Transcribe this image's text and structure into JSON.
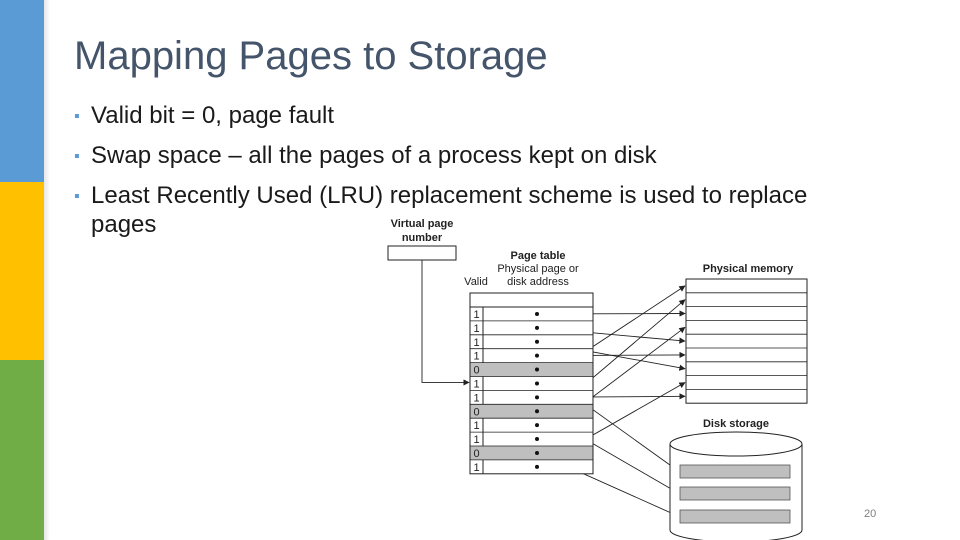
{
  "slide": {
    "title": "Mapping Pages to Storage",
    "bullets": [
      "Valid bit = 0, page fault",
      "Swap space – all the pages of a process kept on disk",
      "Least Recently Used (LRU) replacement scheme is used to replace pages"
    ],
    "page_number": "20"
  },
  "diagram": {
    "virtual_page_label": [
      "Virtual page",
      "number"
    ],
    "page_table_label": "Page table",
    "physical_page_label": [
      "Physical page or",
      "disk address"
    ],
    "valid_label": "Valid",
    "physical_memory_label": "Physical memory",
    "disk_storage_label": "Disk storage",
    "valid_bits": [
      "1",
      "1",
      "1",
      "1",
      "0",
      "1",
      "1",
      "0",
      "1",
      "1",
      "0",
      "1"
    ]
  },
  "colors": {
    "band_blue": "#5B9BD5",
    "band_yellow": "#FFC000",
    "band_green": "#70AD47",
    "title": "#44546A",
    "invalid_row": "#BFBFBF"
  }
}
